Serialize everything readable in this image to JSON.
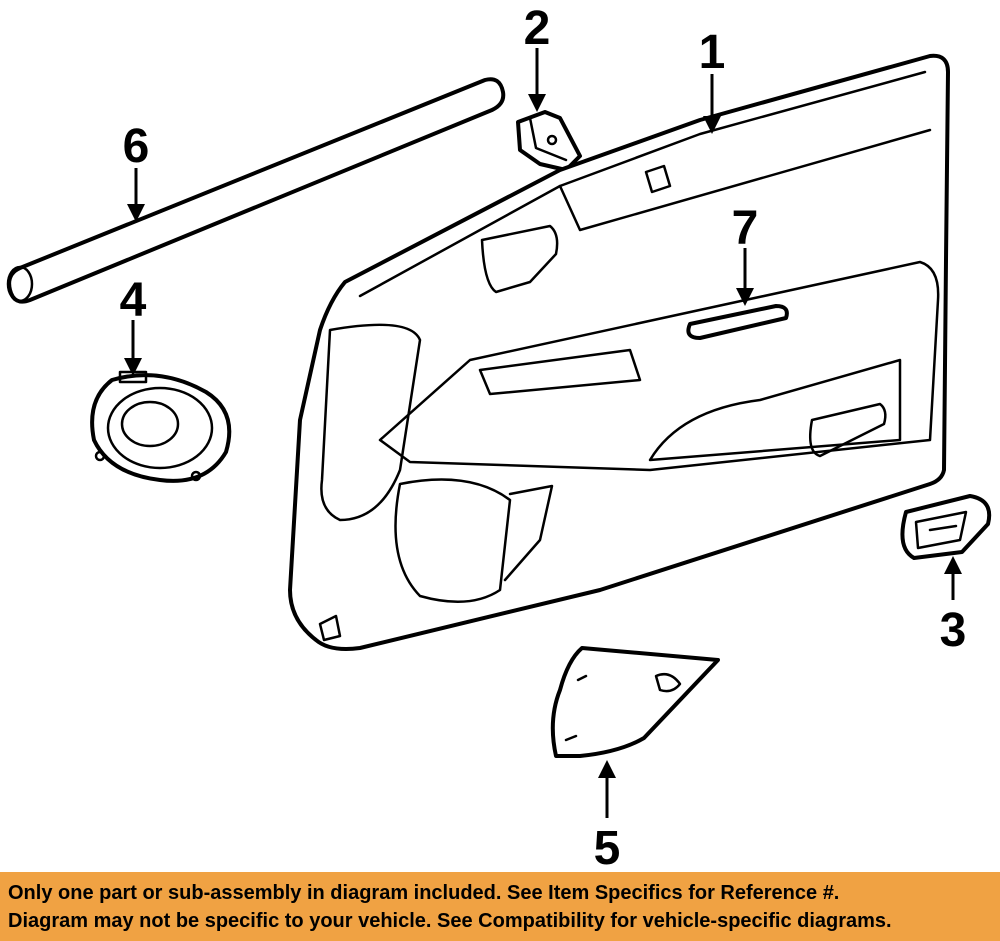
{
  "callouts": [
    {
      "id": "1",
      "label": "1"
    },
    {
      "id": "2",
      "label": "2"
    },
    {
      "id": "3",
      "label": "3"
    },
    {
      "id": "4",
      "label": "4"
    },
    {
      "id": "5",
      "label": "5"
    },
    {
      "id": "6",
      "label": "6"
    },
    {
      "id": "7",
      "label": "7"
    }
  ],
  "banner": {
    "line1": "Only one part or sub-assembly in diagram included. See Item Specifics for Reference #.",
    "line2": "Diagram may not be specific to your vehicle. See Compatibility for vehicle-specific diagrams."
  }
}
